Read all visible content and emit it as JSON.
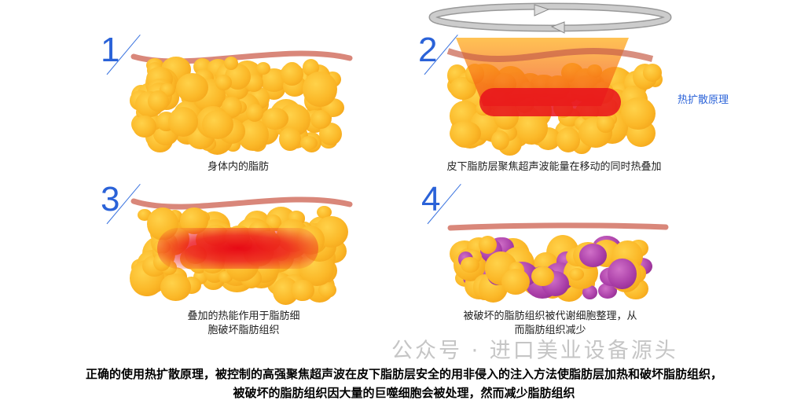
{
  "panels": [
    {
      "number": "1",
      "caption": [
        "身体内的脂肪"
      ]
    },
    {
      "number": "2",
      "caption": [
        "皮下脂肪层聚焦超声波能量在移动的同时热叠加"
      ],
      "side_label": "热扩散原理"
    },
    {
      "number": "3",
      "caption": [
        "叠加的热能作用于脂肪细",
        "胞破坏脂肪组织"
      ]
    },
    {
      "number": "4",
      "caption": [
        "被破坏的脂肪组织被代谢细胞整理，从",
        "而脂肪组织减少"
      ]
    }
  ],
  "summary": [
    "正确的使用热扩散原理，被控制的高强聚焦超声波在皮下脂肪层安全的用非侵入的注入方法使脂肪层加热和破坏脂肪组织，",
    "被破坏的脂肪组织因大量的巨噬细胞会被处理，然而减少脂肪组织"
  ],
  "watermark": "公众号 · 进口美业设备源头",
  "colors": {
    "number": "#2a62d8",
    "fat": "#fbb828",
    "skin": "#d9877a",
    "heat": "#e60014",
    "destroyed": "#a83ca6"
  }
}
